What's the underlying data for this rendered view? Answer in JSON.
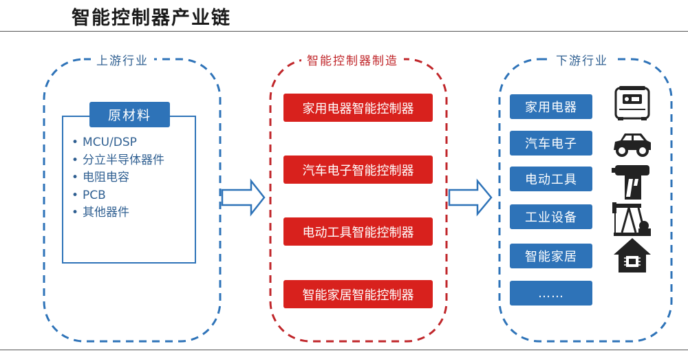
{
  "title": "智能控制器产业链",
  "upstream": {
    "label": "上游行业",
    "header": "原材料",
    "items": [
      "MCU/DSP",
      "分立半导体器件",
      "电阻电容",
      "PCB",
      "其他器件"
    ]
  },
  "midstream": {
    "label": "智能控制器制造",
    "items": [
      "家用电器智能控制器",
      "汽车电子智能控制器",
      "电动工具智能控制器",
      "智能家居智能控制器"
    ]
  },
  "downstream": {
    "label": "下游行业",
    "items": [
      "家用电器",
      "汽车电子",
      "电动工具",
      "工业设备",
      "智能家居",
      "……"
    ],
    "icons": [
      "rice-cooker-icon",
      "car-icon",
      "drill-icon",
      "pumpjack-icon",
      "smart-home-icon"
    ]
  },
  "colors": {
    "blue": "#2e73b8",
    "red": "#d8211d",
    "label_blue": "#2f5f91",
    "label_red": "#c0262a"
  }
}
